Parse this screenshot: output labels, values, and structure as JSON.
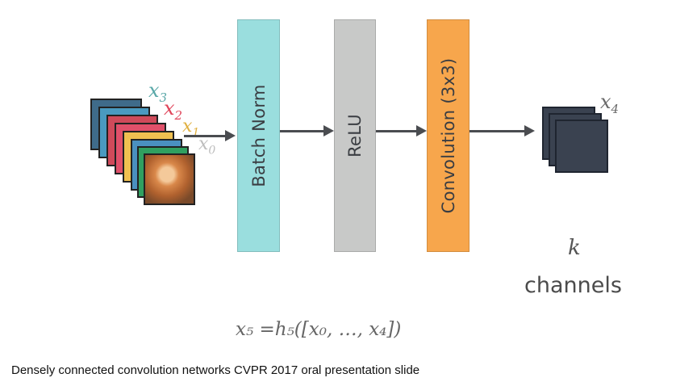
{
  "diagram": {
    "layers": [
      {
        "label": "Batch Norm",
        "color": "#9adede"
      },
      {
        "label": "ReLU",
        "color": "#c8c9c8"
      },
      {
        "label": "Convolution (3x3)",
        "color": "#f7a64c"
      }
    ],
    "inputs": {
      "labels": [
        "x",
        "x",
        "x",
        "x"
      ],
      "subscripts": [
        "3",
        "2",
        "1",
        "0"
      ],
      "colors": [
        "#5aa8a8",
        "#e0455a",
        "#e0b040",
        "#bdbdbd"
      ],
      "card_colors": [
        "#3f6b8a",
        "#4a9ac0",
        "#cf4a5a",
        "#e0506a",
        "#f0c050",
        "#4a90c0",
        "#30a060"
      ]
    },
    "output": {
      "label": "x",
      "subscript": "4",
      "color": "#6a6a6a"
    },
    "k_label": "k",
    "channels_label": "channels",
    "formula": "x₅ =h₅([x₀, …, x₄])"
  },
  "caption": "Densely connected convolution networks CVPR 2017 oral presentation slide"
}
